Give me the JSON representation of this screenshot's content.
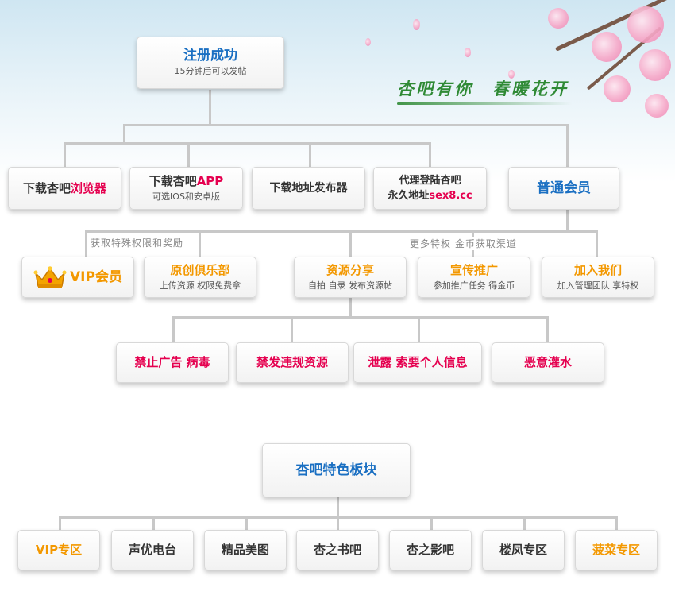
{
  "header": {
    "slogan_left": "杏吧有你",
    "slogan_right": "春暖花开"
  },
  "root": {
    "title": "注册成功",
    "subtitle": "15分钟后可以发帖"
  },
  "level1": {
    "browser": {
      "prefix": "下载杏吧",
      "highlight": "浏览器"
    },
    "app": {
      "prefix": "下载杏吧",
      "highlight": "APP",
      "subtitle": "可选IOS和安卓版"
    },
    "publisher": {
      "title": "下载地址发布器"
    },
    "proxy": {
      "line1": "代理登陆杏吧",
      "line2_prefix": "永久地址",
      "line2_highlight": "sex8.cc"
    },
    "member": {
      "title": "普通会员"
    }
  },
  "labels": {
    "left": "获取特殊权限和奖励",
    "right": "更多特权 金币获取渠道"
  },
  "level2": {
    "vip": {
      "title": "VIP会员"
    },
    "club": {
      "title": "原创俱乐部",
      "subtitle": "上传资源 权限免费拿"
    },
    "share": {
      "title": "资源分享",
      "subtitle": "自拍 自录 发布资源帖"
    },
    "promo": {
      "title": "宣传推广",
      "subtitle": "参加推广任务 得金币"
    },
    "join": {
      "title": "加入我们",
      "subtitle": "加入管理团队 享特权"
    }
  },
  "rules": [
    {
      "title": "禁止广告 病毒"
    },
    {
      "title": "禁发违规资源"
    },
    {
      "title": "泄露 索要个人信息"
    },
    {
      "title": "恶意灌水"
    }
  ],
  "features": {
    "title": "杏吧特色板块",
    "items": [
      {
        "label": "VIP专区"
      },
      {
        "label": "声优电台"
      },
      {
        "label": "精品美图"
      },
      {
        "label": "杏之书吧"
      },
      {
        "label": "杏之影吧"
      },
      {
        "label": "楼凤专区"
      },
      {
        "label": "菠菜专区"
      }
    ]
  },
  "colors": {
    "blue": "#1a6fc2",
    "red": "#e5004f",
    "orange": "#f39800",
    "green": "#2f8a35"
  }
}
